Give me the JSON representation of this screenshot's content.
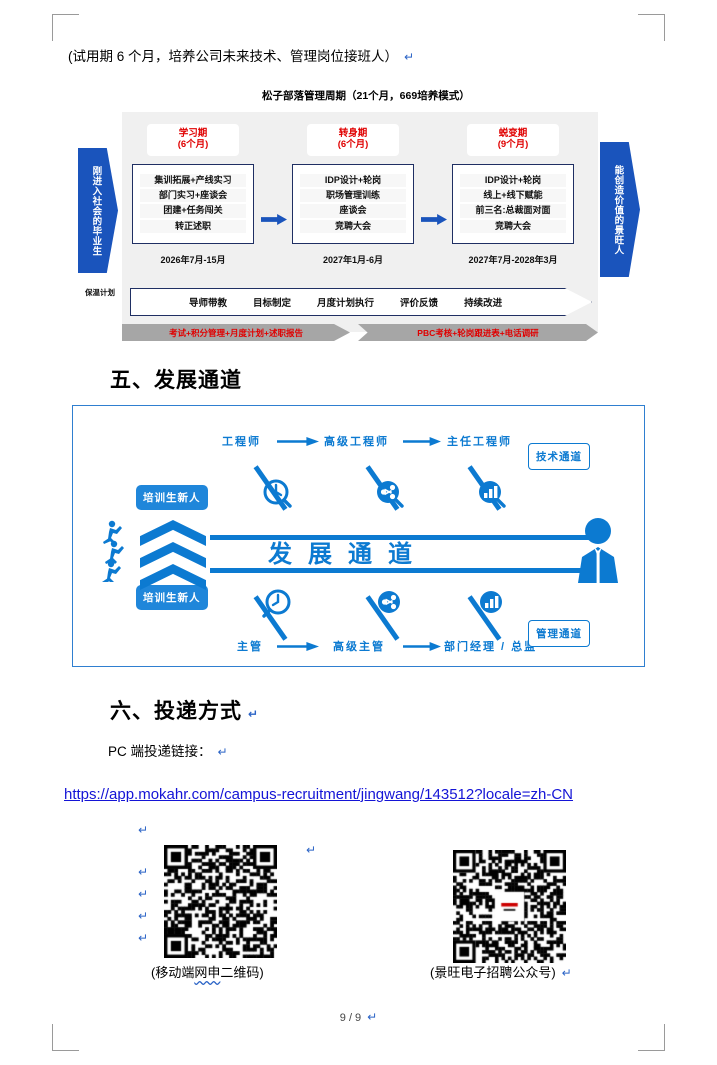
{
  "document": {
    "intro_line": "(试用期 6 个月，培养公司未来技术、管理岗位接班人）",
    "pilcrow": "↵",
    "footer": "9 / 9"
  },
  "timeline": {
    "title": "松子部落管理周期（21个月，669培养模式）",
    "entry_arrow": "刚进入社会的毕业生",
    "exit_arrow": "能创造价值的景旺人",
    "keep_plan": "保温计划",
    "phases": [
      {
        "name": "学习期",
        "duration": "(6个月)",
        "items": [
          "集训拓展+产线实习",
          "部门实习+座谈会",
          "团建+任务闯关",
          "转正述职"
        ],
        "date": "2026年7月-15月"
      },
      {
        "name": "转身期",
        "duration": "(6个月)",
        "items": [
          "IDP设计+轮岗",
          "职场管理训练",
          "座谈会",
          "竞聘大会"
        ],
        "date": "2027年1月-6月"
      },
      {
        "name": "蜕变期",
        "duration": "(9个月)",
        "items": [
          "IDP设计+轮岗",
          "线上+线下赋能",
          "前三名:总裁面对面",
          "竞聘大会"
        ],
        "date": "2027年7月-2028年3月"
      }
    ],
    "process_steps": [
      "导师带教",
      "目标制定",
      "月度计划执行",
      "评价反馈",
      "持续改进"
    ],
    "bands": [
      "考试+积分管理+月度计划+述职报告",
      "PBC考核+轮岗跟进表+电话调研"
    ],
    "colors": {
      "brand_blue": "#1a54bc",
      "phase_red": "#e00000",
      "band_grey": "#a6a6a6",
      "panel_grey": "#f0f0f0"
    }
  },
  "section_five": {
    "heading": "五、发展通道"
  },
  "career": {
    "center_text": "发展通道",
    "entry_badge_top": "培训生新人",
    "entry_badge_bottom": "培训生新人",
    "technical_track": {
      "badge": "技术通道",
      "steps": [
        "工程师",
        "高级工程师",
        "主任工程师"
      ]
    },
    "management_track": {
      "badge": "管理通道",
      "steps": [
        "主管",
        "高级主管",
        "部门经理 / 总监"
      ]
    },
    "colors": {
      "accent": "#0c7ad1",
      "badge_fill": "#1f86da",
      "border": "#2f7fd0"
    }
  },
  "section_six": {
    "heading": "六、投递方式",
    "pc_label": "PC 端投递链接：",
    "link": "https://app.mokahr.com/campus-recruitment/jingwang/143512?locale=zh-CN",
    "qr_codes": [
      {
        "caption_prefix": "(移动端",
        "caption_wavy": "网申",
        "caption_suffix": "二维码)"
      },
      {
        "caption_prefix": "(景旺电子招聘公众号)",
        "caption_wavy": "",
        "caption_suffix": ""
      }
    ]
  }
}
